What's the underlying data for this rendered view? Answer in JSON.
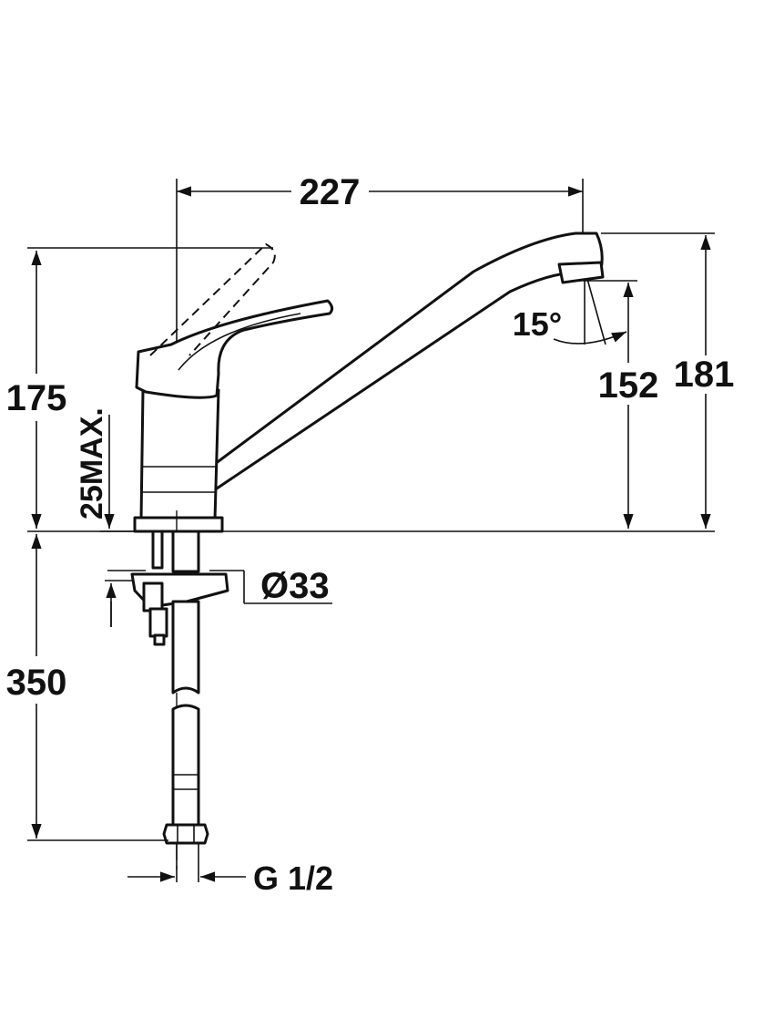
{
  "dimensions": {
    "width_top": "227",
    "height_total": "175",
    "height_spout_outer": "181",
    "height_spout_inner": "152",
    "angle": "15°",
    "deck_thickness": "25MAX.",
    "hole_diameter": "Ø33",
    "hose_length": "350",
    "connection": "G 1/2"
  },
  "colors": {
    "ink": "#111111",
    "background": "#ffffff"
  }
}
